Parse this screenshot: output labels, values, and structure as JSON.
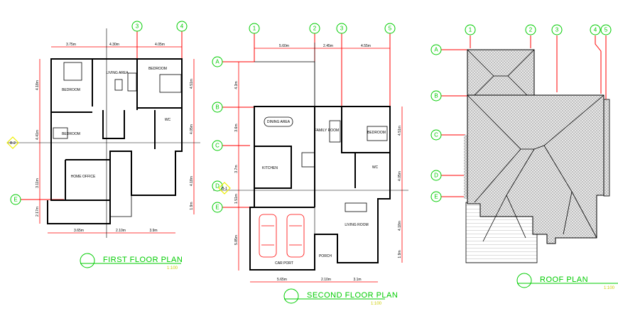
{
  "colors": {
    "grid_line": "#ff0000",
    "grid_bubble": "#00cc00",
    "section_marker": "#ffee00",
    "title": "#00cc00",
    "car": "#ff0000"
  },
  "first_floor": {
    "title": "FIRST FLOOR PLAN",
    "scale": "1:100",
    "grid_labels": [
      "3",
      "4",
      "E"
    ],
    "section_label": "B-2",
    "rooms": [
      "BEDROOM",
      "LIVING AREA",
      "BEDROOM",
      "BEDROOM",
      "WC",
      "HOME OFFICE"
    ],
    "dims_top": [
      "3.75m",
      "4.30m",
      "4.05m"
    ],
    "dims_bottom": [
      "3.65m",
      "2.10m",
      "3.9m"
    ],
    "dims_left": [
      "4.18m",
      "4.41m",
      "3.11m",
      "2.17m"
    ],
    "dims_right": [
      "4.51m",
      "4.05m",
      "4.18m",
      "1.9m"
    ]
  },
  "second_floor": {
    "title": "SECOND FLOOR PLAN",
    "scale": "1:100",
    "grid_labels": [
      "1",
      "2",
      "3",
      "5",
      "A",
      "B",
      "C",
      "D",
      "E"
    ],
    "section_label": "B-1",
    "rooms": [
      "DINING AREA",
      "FAMILY ROOM",
      "BEDROOM",
      "KITCHEN",
      "WC",
      "LIVING ROOM",
      "CAR PORT",
      "PORCH"
    ],
    "dims_top": [
      "5.60m",
      "2.45m",
      "4.55m"
    ],
    "dims_bottom": [
      "5.65m",
      "2.10m",
      "3.1m"
    ],
    "dims_left": [
      "4.3m",
      "3.6m",
      "3.7m",
      "1.51m",
      "5.85m"
    ],
    "dims_right": [
      "4.51m",
      "4.05m",
      "4.18m",
      "1.9m"
    ]
  },
  "roof": {
    "title": "ROOF PLAN",
    "scale": "1:100",
    "grid_labels": [
      "1",
      "2",
      "3",
      "4",
      "5",
      "A",
      "B",
      "C",
      "D",
      "E"
    ]
  }
}
